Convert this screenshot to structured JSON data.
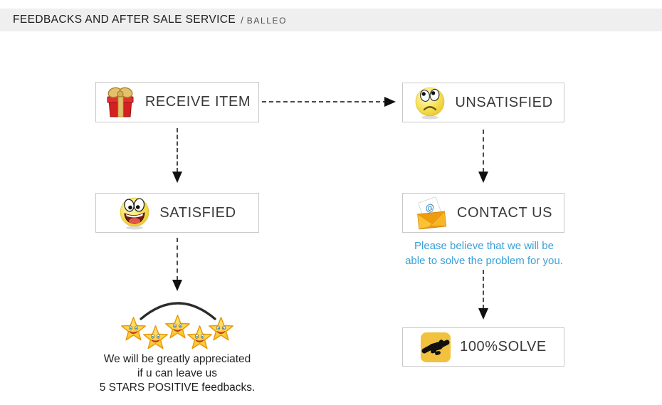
{
  "header": {
    "title": "FEEDBACKS AND AFTER SALE SERVICE",
    "separator": "/",
    "brand": "BALLEO"
  },
  "flow": {
    "receive_item": {
      "label": "RECEIVE ITEM",
      "icon": "gift-icon"
    },
    "unsatisfied": {
      "label": "UNSATISFIED",
      "icon": "sad-face-icon"
    },
    "satisfied": {
      "label": "SATISFIED",
      "icon": "happy-face-icon"
    },
    "contact_us": {
      "label": "CONTACT US",
      "icon": "email-envelope-icon"
    },
    "solve": {
      "label": "100%SOLVE",
      "icon": "handshake-icon"
    }
  },
  "captions": {
    "contact_note_line1": "Please believe that we will be",
    "contact_note_line2": "able to solve the problem for you.",
    "feedback_note_line1": "We will be greatly appreciated",
    "feedback_note_line2": "if u can leave us",
    "feedback_note_line3": "5 STARS POSITIVE feedbacks."
  },
  "icons": {
    "email_at_symbol": "@",
    "star_count": 5,
    "star_icon": "smiling-star-icon"
  },
  "colors": {
    "accent_blue": "#3aa0d8",
    "header_bg": "#efefef",
    "box_border": "#c9c9c9",
    "arrow": "#101010",
    "gift_red": "#d42020",
    "emoji_yellow": "#f6e04e",
    "envelope_orange": "#f5a81c",
    "handshake_bg": "#f2c23e",
    "star_gold": "#ffd84d"
  }
}
